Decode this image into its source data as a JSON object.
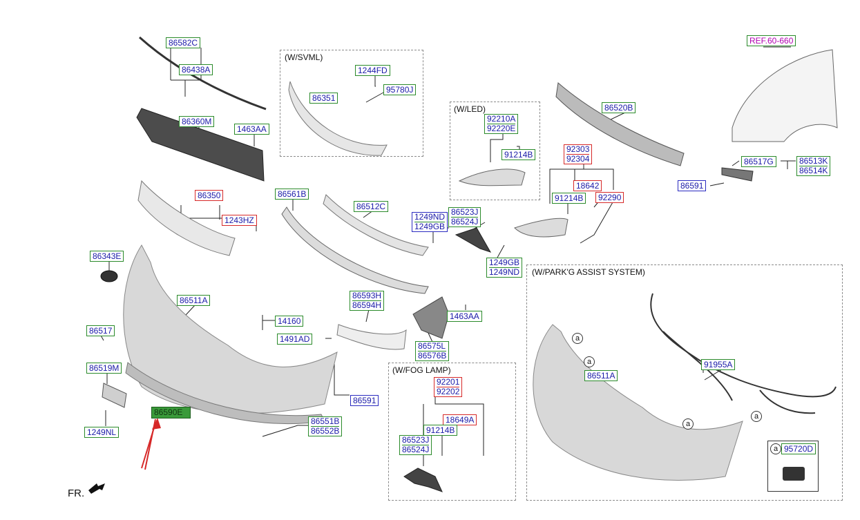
{
  "sections": {
    "svml": "(W/SVML)",
    "led": "(W/LED)",
    "park_assist": "(W/PARK'G ASSIST SYSTEM)",
    "fog_lamp": "(W/FOG LAMP)"
  },
  "fr_label": "FR.",
  "circle_marker": "a",
  "labels": {
    "p86582C": "86582C",
    "p86438A": "86438A",
    "p86360M": "86360M",
    "p1463AA_top": "1463AA",
    "p86350": "86350",
    "p1243HZ": "1243HZ",
    "p86343E": "86343E",
    "p86511A": "86511A",
    "p86517": "86517",
    "p86519M": "86519M",
    "p1249NL": "1249NL",
    "p86590E": "86590E",
    "p14160": "14160",
    "p1491AD": "1491AD",
    "p86591_center": "86591",
    "p86551B": "86551B",
    "p86552B": "86552B",
    "p1244FD": "1244FD",
    "p86351": "86351",
    "p95780J": "95780J",
    "p86561B": "86561B",
    "p86512C": "86512C",
    "p1249ND_a": "1249ND",
    "p1249GB_a": "1249GB",
    "p86523J_a": "86523J",
    "p86524J_a": "86524J",
    "p1249GB_b": "1249GB",
    "p1249ND_b": "1249ND",
    "p86593H": "86593H",
    "p86594H": "86594H",
    "p1463AA_mid": "1463AA",
    "p86575L": "86575L",
    "p86576B": "86576B",
    "p92210A": "92210A",
    "p92220E": "92220E",
    "p91214B_led": "91214B",
    "p92303": "92303",
    "p92304": "92304",
    "p18642": "18642",
    "p91214B_drl": "91214B",
    "p92290": "92290",
    "p86520B": "86520B",
    "pREF": "REF.60-660",
    "p86517G": "86517G",
    "p86513K": "86513K",
    "p86514K": "86514K",
    "p86591_right": "86591",
    "p91955A": "91955A",
    "p86511A_park": "86511A",
    "p95720D": "95720D",
    "p92201": "92201",
    "p92202": "92202",
    "p18649A": "18649A",
    "p91214B_fog": "91214B",
    "p86523J_fog": "86523J",
    "p86524J_fog": "86524J"
  }
}
